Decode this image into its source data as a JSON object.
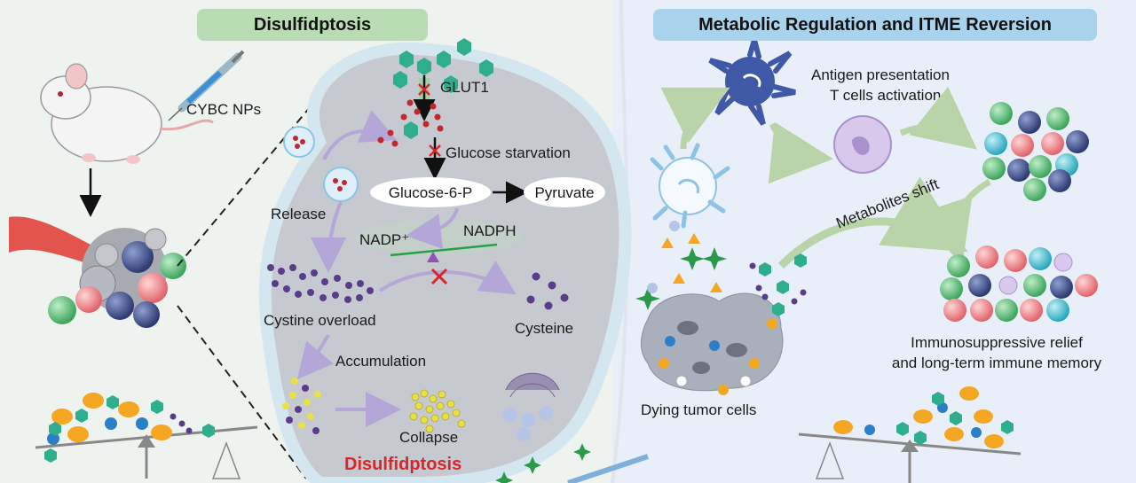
{
  "titles": {
    "left": "Disulfidptosis",
    "right": "Metabolic Regulation and ITME Reversion"
  },
  "labels": {
    "cybc": "CYBC NPs",
    "glut1": "GLUT1",
    "glucose_starvation": "Glucose starvation",
    "glucose6p": "Glucose-6-P",
    "pyruvate": "Pyruvate",
    "release": "Release",
    "nadp": "NADP⁺",
    "nadph": "NADPH",
    "cystine_overload": "Cystine overload",
    "cysteine": "Cysteine",
    "accumulation": "Accumulation",
    "collapse": "Collapse",
    "disulfidptosis": "Disulfidptosis",
    "antigen_line1": "Antigen presentation",
    "antigen_line2": "T cells activation",
    "metabolites_shift": "Metabolites shift",
    "relief_line1": "Immunosuppressive relief",
    "relief_line2": "and long-term immune memory",
    "dying_cells": "Dying tumor cells"
  },
  "colors": {
    "left_bg": "#eef3ef",
    "right_bg": "#e9eff8",
    "left_title_bg": "#b9dcb4",
    "right_title_bg": "#a9d3ec",
    "cell_fill": "#c9ccd2",
    "cell_border": "#cfe3ef",
    "green_hex": "#2fae8e",
    "purple_dot": "#5a3d8a",
    "red_dot": "#c2272d",
    "arrow_purple": "#b4a6d6",
    "arrow_green": "#b9d4a8",
    "nadp_line": "#27a047"
  }
}
